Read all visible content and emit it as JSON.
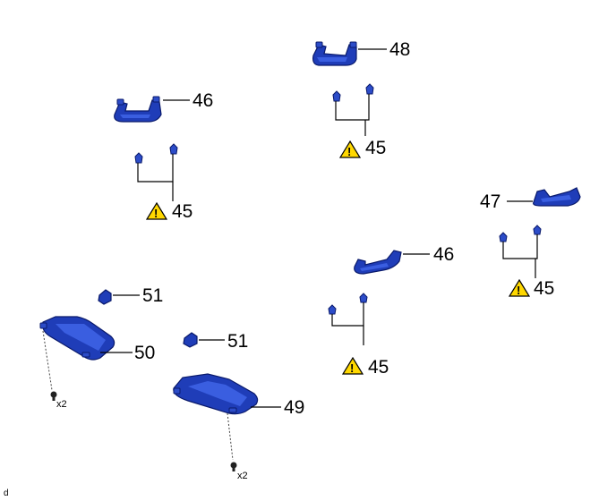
{
  "callouts": {
    "c48": "48",
    "c46a": "46",
    "c45a": "45",
    "c45b": "45",
    "c47": "47",
    "c46b": "46",
    "c45c": "45",
    "c51a": "51",
    "c50": "50",
    "c51b": "51",
    "c45d": "45",
    "c49": "49"
  },
  "qty": {
    "q50": "x2",
    "q49": "x2"
  },
  "corner_mark": "d",
  "colors": {
    "part_blue": "#1f3db8",
    "warning_yellow": "#ffd800"
  },
  "icons": [
    "warning-triangle-icon"
  ]
}
